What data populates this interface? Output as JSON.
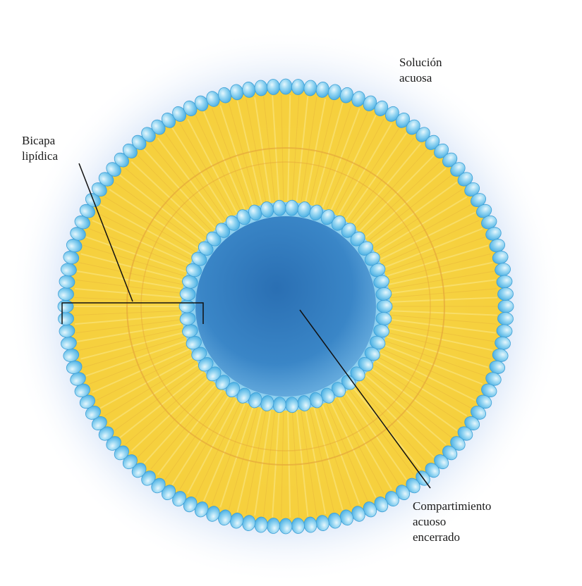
{
  "labels": {
    "solution": [
      "Solución",
      "acuosa"
    ],
    "bilayer": [
      "Bicapa",
      "lipídica"
    ],
    "compartment": [
      "Compartimiento",
      "acuoso",
      "encerrado"
    ]
  },
  "colors": {
    "background": "#ffffff",
    "aqueous_halo": "#5b8fd6",
    "headgroup": "#7cc8ee",
    "headgroup_highlight": "#d6f1fb",
    "lipid_tail": "#f7d84a",
    "lipid_tail_light": "#fbe889",
    "tail_outline": "#e5a83a",
    "inner_compartment": "#2f7fc0",
    "leader_line": "#111111"
  },
  "icons": {
    "outer_heads": "phospholipid-headgroup-icon",
    "inner_heads": "phospholipid-headgroup-icon"
  }
}
